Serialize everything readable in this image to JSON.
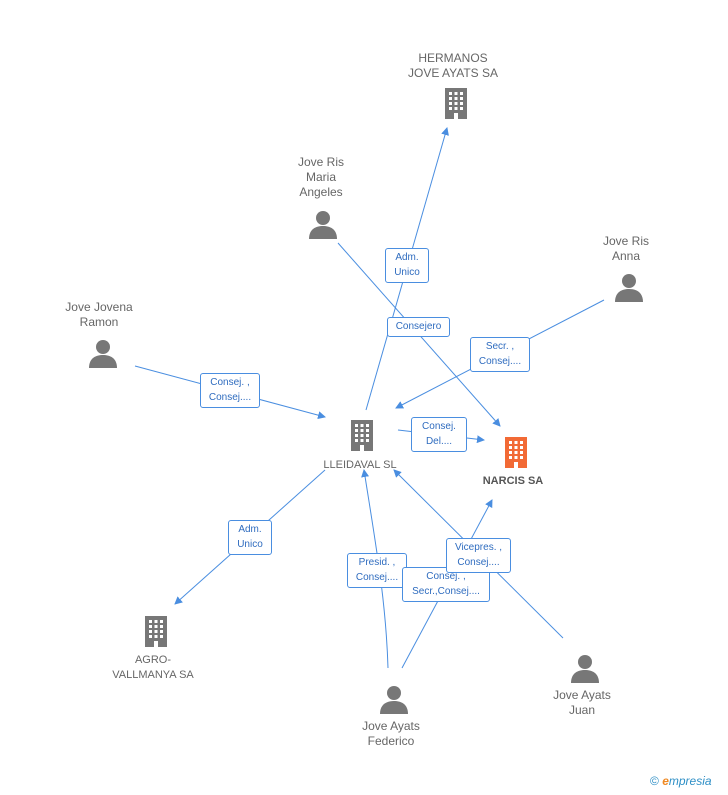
{
  "colors": {
    "edge": "#4a8ee0",
    "node_gray": "#777777",
    "node_highlight": "#f26a35"
  },
  "nodes": {
    "hermanos": {
      "label": "HERMANOS\nJOVE AYATS SA",
      "icon": "building-icon"
    },
    "jove_ris_maria": {
      "label": "Jove Ris\nMaria\nAngeles",
      "icon": "person-icon"
    },
    "jove_ris_anna": {
      "label": "Jove Ris\nAnna",
      "icon": "person-icon"
    },
    "jove_jovena": {
      "label": "Jove Jovena\nRamon",
      "icon": "person-icon"
    },
    "lleidaval": {
      "label": "LLEIDAVAL SL",
      "icon": "building-icon"
    },
    "narcis": {
      "label": "NARCIS SA",
      "icon": "building-icon"
    },
    "agro": {
      "label": "AGRO-\nVALLMANYA SA",
      "icon": "building-icon"
    },
    "jove_ayats_federico": {
      "label": "Jove Ayats\nFederico",
      "icon": "person-icon"
    },
    "jove_ayats_juan": {
      "label": "Jove Ayats\nJuan",
      "icon": "person-icon"
    }
  },
  "edges": {
    "adm_unico_top": "Adm.\nUnico",
    "consejero": "Consejero",
    "secr_consej": "Secr. ,\nConsej....",
    "consej_consej": "Consej. ,\nConsej....",
    "consej_del": "Consej.\nDel....",
    "adm_unico_agro": "Adm.\nUnico",
    "presid_consej": "Presid. ,\nConsej....",
    "vicepres_consej": "Vicepres. ,\nConsej....",
    "consej_secr": "Consej. ,\nSecr.,Consej...."
  },
  "brand": {
    "symbol": "©",
    "e": "e",
    "rest": "mpresia"
  }
}
